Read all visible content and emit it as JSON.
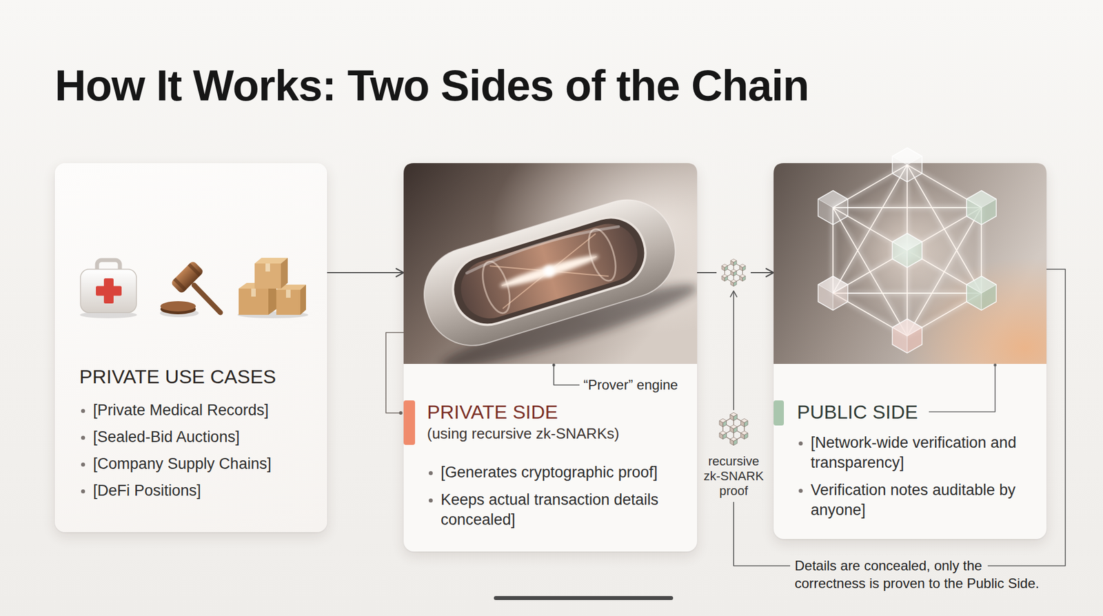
{
  "diagram": {
    "title": "How It Works: Two Sides of the Chain",
    "nodes": [
      {
        "text": [
          "PRIVATE USE CASES",
          "[Private Medical Records]",
          "[Sealed-Bid Auctions]",
          "[Company Supply Chains]",
          "[DeFi Positions]"
        ]
      },
      {
        "text": [
          "PRIVATE SIDE",
          "(using recursive zk-SNARKs)",
          "[Generates cryptographic proof]",
          "Keeps actual transaction details concealed]"
        ]
      },
      {
        "text": [
          "PUBLIC SIDE",
          "[Network-wide verification and transparency]",
          "Verification notes auditable by anyone]"
        ]
      }
    ],
    "edges": [
      {
        "from": 0,
        "to": 1,
        "arrow": "to"
      },
      {
        "from": 1,
        "to": 2,
        "arrow": "to"
      }
    ],
    "labels": [
      "“Prover” engine",
      "recursive zk-SNARK proof",
      "Details are concealed, only the correctness is proven to the Public Side."
    ]
  }
}
